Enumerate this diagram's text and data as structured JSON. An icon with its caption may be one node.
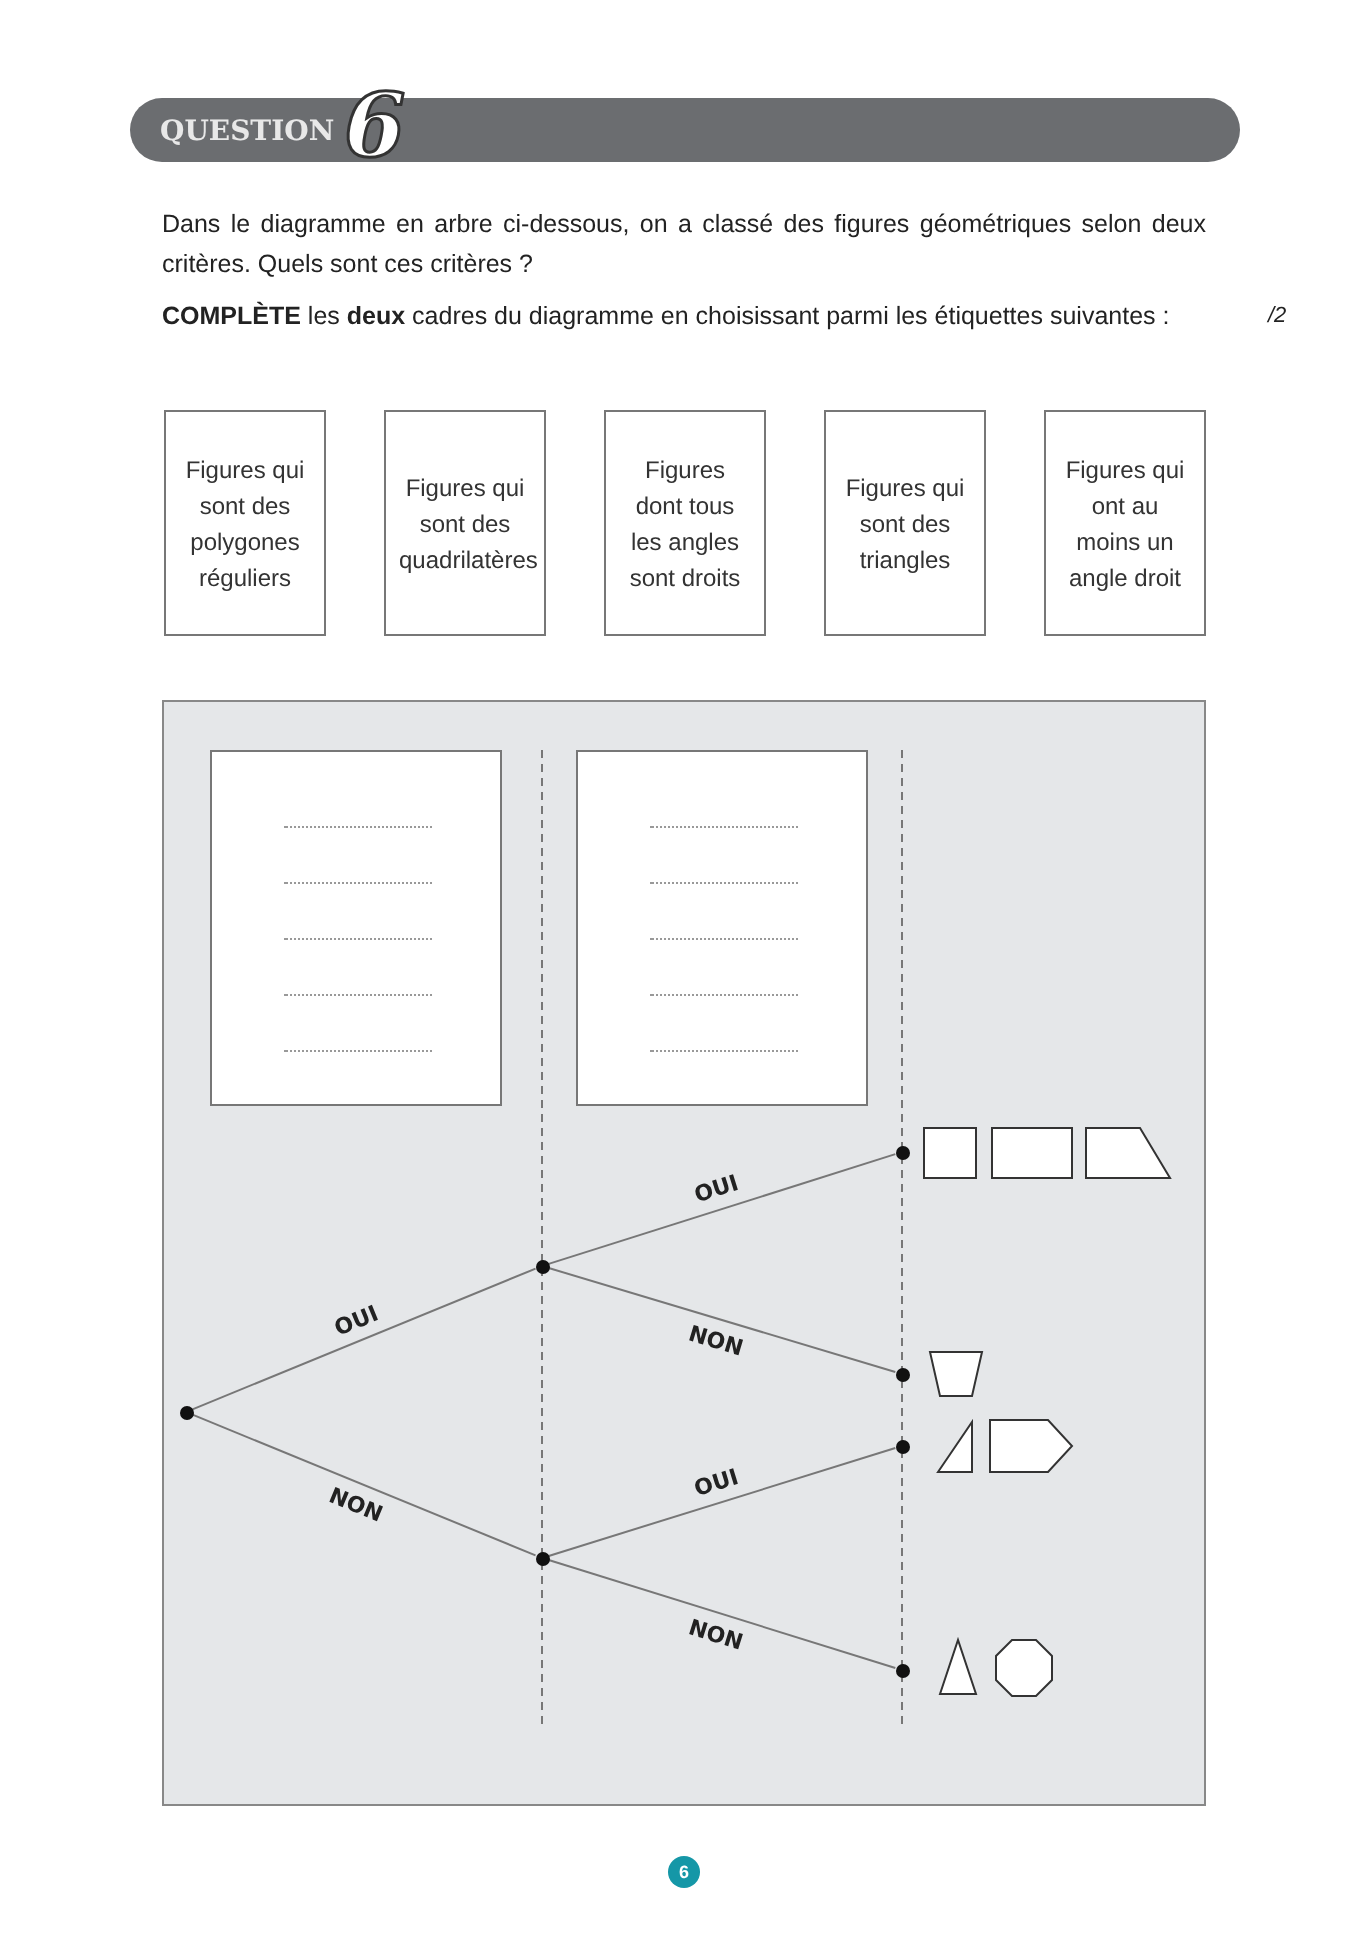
{
  "diagram": {
    "title": "QUESTION",
    "nodes": [
      {
        "text": [
          "Figures qui sont des polygones réguliers"
        ]
      },
      {
        "text": [
          "Figures qui sont des quadrilatères"
        ]
      },
      {
        "text": [
          "Figures dont tous les angles sont droits"
        ]
      },
      {
        "text": [
          "Figures qui sont des triangles"
        ]
      },
      {
        "text": [
          "Figures qui ont au moins un angle droit"
        ]
      },
      {
        "text": [],
        "shape": "box"
      },
      {
        "text": [],
        "shape": "box"
      },
      {
        "text": [],
        "shape": "circle"
      },
      {
        "text": [],
        "shape": "circle"
      },
      {
        "text": [],
        "shape": "circle"
      },
      {
        "text": [],
        "shape": "circle"
      },
      {
        "text": [],
        "shape": "circle"
      },
      {
        "text": [],
        "shape": "circle"
      },
      {
        "text": [],
        "shape": "circle"
      }
    ],
    "edges": [
      {
        "from": 7,
        "to": 8,
        "arrow": "none",
        "label": "OUI"
      },
      {
        "from": 7,
        "to": 9,
        "arrow": "none",
        "label": "NON"
      },
      {
        "from": 8,
        "to": 10,
        "arrow": "none",
        "label": "OUI"
      },
      {
        "from": 8,
        "to": 11,
        "arrow": "none",
        "label": "NON"
      },
      {
        "from": 9,
        "to": 12,
        "arrow": "none",
        "label": "OUI"
      },
      {
        "from": 9,
        "to": 13,
        "arrow": "none",
        "label": "NON"
      }
    ],
    "labels": [
      "6",
      "Dans le diagramme en arbre ci-dessous, on a classé des figures géométriques selon deux critères. Quels sont ces critères ?",
      "**COMPLÈTE** les **deux** cadres du diagramme en choisissant parmi les étiquettes suivantes :",
      "/2",
      "6"
    ]
  }
}
